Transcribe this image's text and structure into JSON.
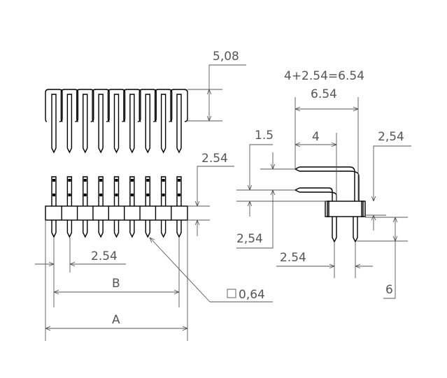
{
  "drawing": {
    "pin_count": 9,
    "labels": {
      "top_pitch_row": "5,08",
      "front_housing_height": "2.54",
      "bottom_pitch": "2.54",
      "dim_b": "B",
      "dim_a": "A",
      "pin_size": "0,64",
      "side_formula": "4+2.54=6.54",
      "side_total": "6.54",
      "side_4": "4",
      "side_1_5": "1.5",
      "side_left_254": "2,54",
      "side_right_254": "2,54",
      "side_pitch_254": "2.54",
      "side_6": "6"
    }
  }
}
